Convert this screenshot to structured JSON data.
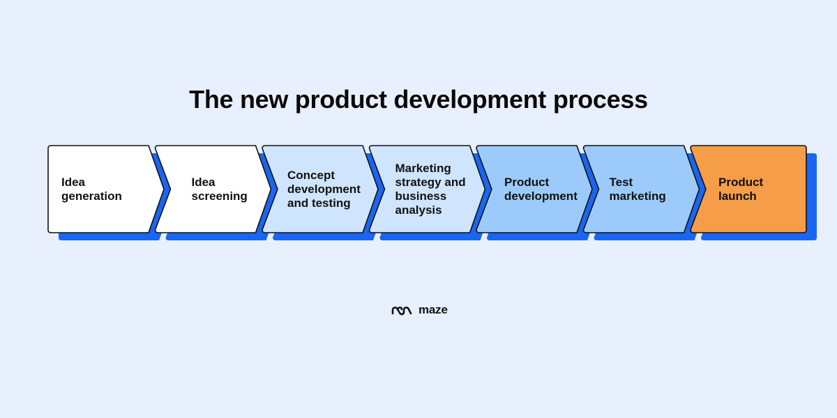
{
  "title": "The new product development process",
  "colors": {
    "background": "#e8effd",
    "shadow": "#1a66f0",
    "white": "#ffffff",
    "light_blue": "#cfe5fd",
    "mid_blue": "#9ccbfb",
    "orange": "#f59d48"
  },
  "steps": [
    {
      "label": "Idea\ngeneration",
      "fill": "#ffffff"
    },
    {
      "label": "Idea\nscreening",
      "fill": "#ffffff"
    },
    {
      "label": "Concept\ndevelopment\nand testing",
      "fill": "#cfe5fd"
    },
    {
      "label": "Marketing\nstrategy and\nbusiness\nanalysis",
      "fill": "#cfe5fd"
    },
    {
      "label": "Product\ndevelopment",
      "fill": "#9ccbfb"
    },
    {
      "label": "Test\nmarketing",
      "fill": "#9ccbfb"
    },
    {
      "label": "Product\nlaunch",
      "fill": "#f59d48"
    }
  ],
  "logo": {
    "text": "maze",
    "icon": "maze-logo-icon"
  }
}
